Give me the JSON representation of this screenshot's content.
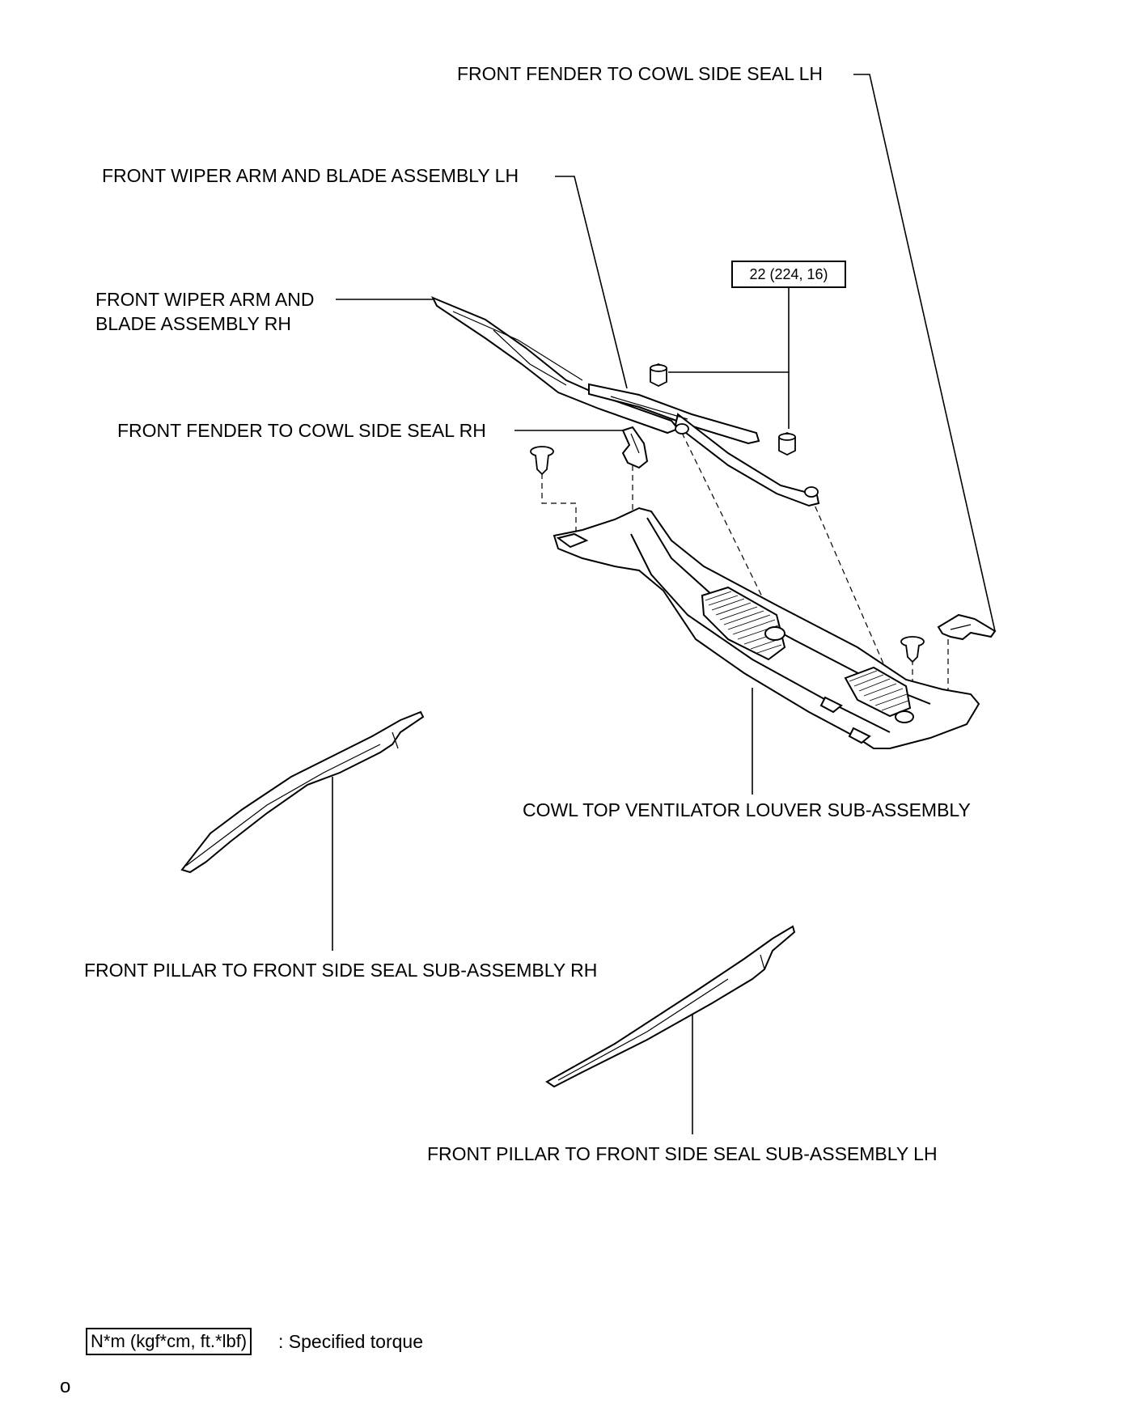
{
  "labels": {
    "fender_seal_lh": "FRONT FENDER TO COWL SIDE SEAL LH",
    "wiper_lh": "FRONT WIPER ARM AND BLADE ASSEMBLY LH",
    "wiper_rh_line1": "FRONT WIPER ARM AND",
    "wiper_rh_line2": "BLADE ASSEMBLY RH",
    "fender_seal_rh": "FRONT FENDER TO COWL SIDE SEAL RH",
    "cowl_louver": "COWL TOP VENTILATOR LOUVER SUB-ASSEMBLY",
    "pillar_seal_rh": "FRONT PILLAR TO FRONT SIDE SEAL SUB-ASSEMBLY RH",
    "pillar_seal_lh": "FRONT PILLAR TO FRONT SIDE SEAL SUB-ASSEMBLY LH"
  },
  "torque": {
    "value": "22 (224, 16)"
  },
  "legend": {
    "unit_box": "N*m (kgf*cm, ft.*lbf)",
    "description": ": Specified torque"
  },
  "page": {
    "number": "o"
  }
}
